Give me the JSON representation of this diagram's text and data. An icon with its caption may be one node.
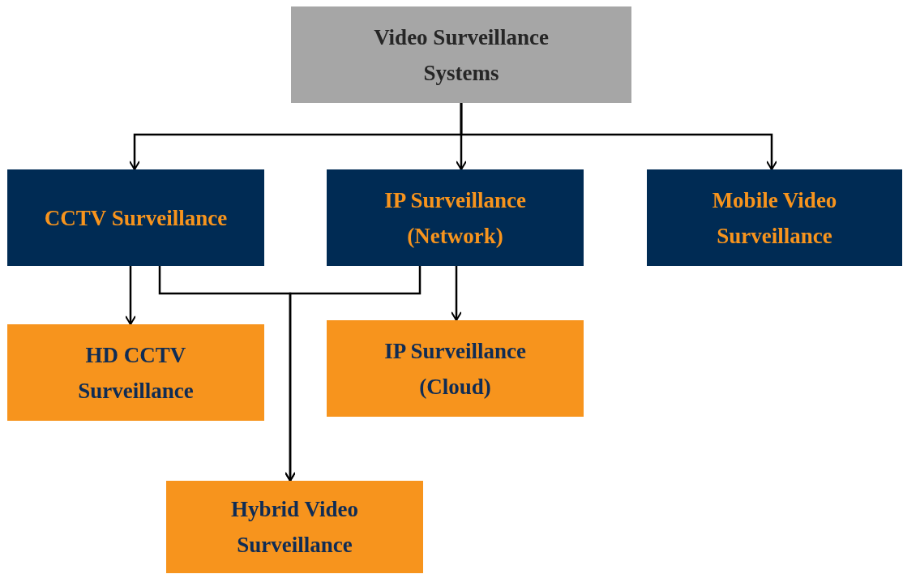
{
  "diagram": {
    "nodes": [
      {
        "text": [
          "Video Surveillance Systems"
        ]
      },
      {
        "text": [
          "CCTV Surveillance"
        ]
      },
      {
        "text": [
          "IP Surveillance (Network)"
        ]
      },
      {
        "text": [
          "Mobile Video Surveillance"
        ]
      },
      {
        "text": [
          "HD CCTV Surveillance"
        ]
      },
      {
        "text": [
          "IP Surveillance (Cloud)"
        ]
      },
      {
        "text": [
          "Hybrid Video Surveillance"
        ]
      }
    ],
    "edges": [
      {
        "from": 0,
        "to": 1,
        "arrow": "to"
      },
      {
        "from": 0,
        "to": 2,
        "arrow": "to"
      },
      {
        "from": 0,
        "to": 3,
        "arrow": "to"
      },
      {
        "from": 1,
        "to": 4,
        "arrow": "to"
      },
      {
        "from": 2,
        "to": 5,
        "arrow": "to"
      },
      {
        "from": 1,
        "to": 6,
        "arrow": "to"
      },
      {
        "from": 2,
        "to": 6,
        "arrow": "to"
      }
    ]
  }
}
